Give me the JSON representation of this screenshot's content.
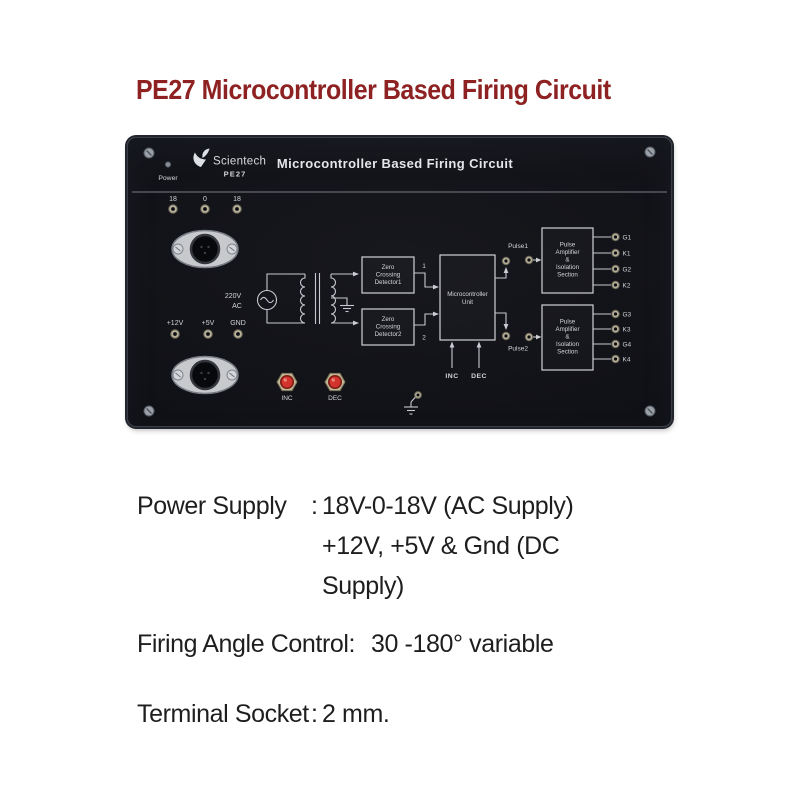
{
  "page_title": "PE27 Microcontroller Based Firing Circuit",
  "panel": {
    "brand": "Scientech",
    "model": "PE27",
    "power_label": "Power",
    "panel_title": "Microcontroller Based Firing Circuit",
    "ac_in": [
      "18",
      "0",
      "18"
    ],
    "dc_out": [
      "+12V",
      "+5V",
      "GND"
    ],
    "source": [
      "220V",
      "AC"
    ],
    "zcd1": [
      "Zero",
      "Crossing",
      "Detector1"
    ],
    "zcd2": [
      "Zero",
      "Crossing",
      "Detector2"
    ],
    "mcu": [
      "Microcontroller",
      "Unit"
    ],
    "amp": [
      "Pulse",
      "Amplifier",
      "&",
      "Isolation",
      "Section"
    ],
    "pulse1": "Pulse1",
    "pulse2": "Pulse2",
    "pin1": "1",
    "pin2": "2",
    "out_top": [
      "G1",
      "K1",
      "G2",
      "K2"
    ],
    "out_bottom": [
      "G3",
      "K3",
      "G4",
      "K4"
    ],
    "inc": "INC",
    "dec": "DEC",
    "btn_inc": "INC",
    "btn_dec": "DEC"
  },
  "specs": [
    {
      "label": "Power Supply",
      "sep": ":",
      "value_lines": [
        "18V-0-18V (AC Supply)",
        "+12V, +5V & Gnd (DC",
        "Supply)"
      ]
    },
    {
      "label": "Firing Angle Control:",
      "sep": "",
      "value_lines": [
        "30 -180° variable"
      ]
    },
    {
      "label": "Terminal Socket",
      "sep": ":",
      "value_lines": [
        "2 mm."
      ]
    }
  ],
  "colors": {
    "title_accent": "#8e2222",
    "panel_background": "#0e0f13",
    "panel_print": "#d3d5da",
    "button_red": "#d2342c",
    "spec_text": "#1e1e1e"
  }
}
